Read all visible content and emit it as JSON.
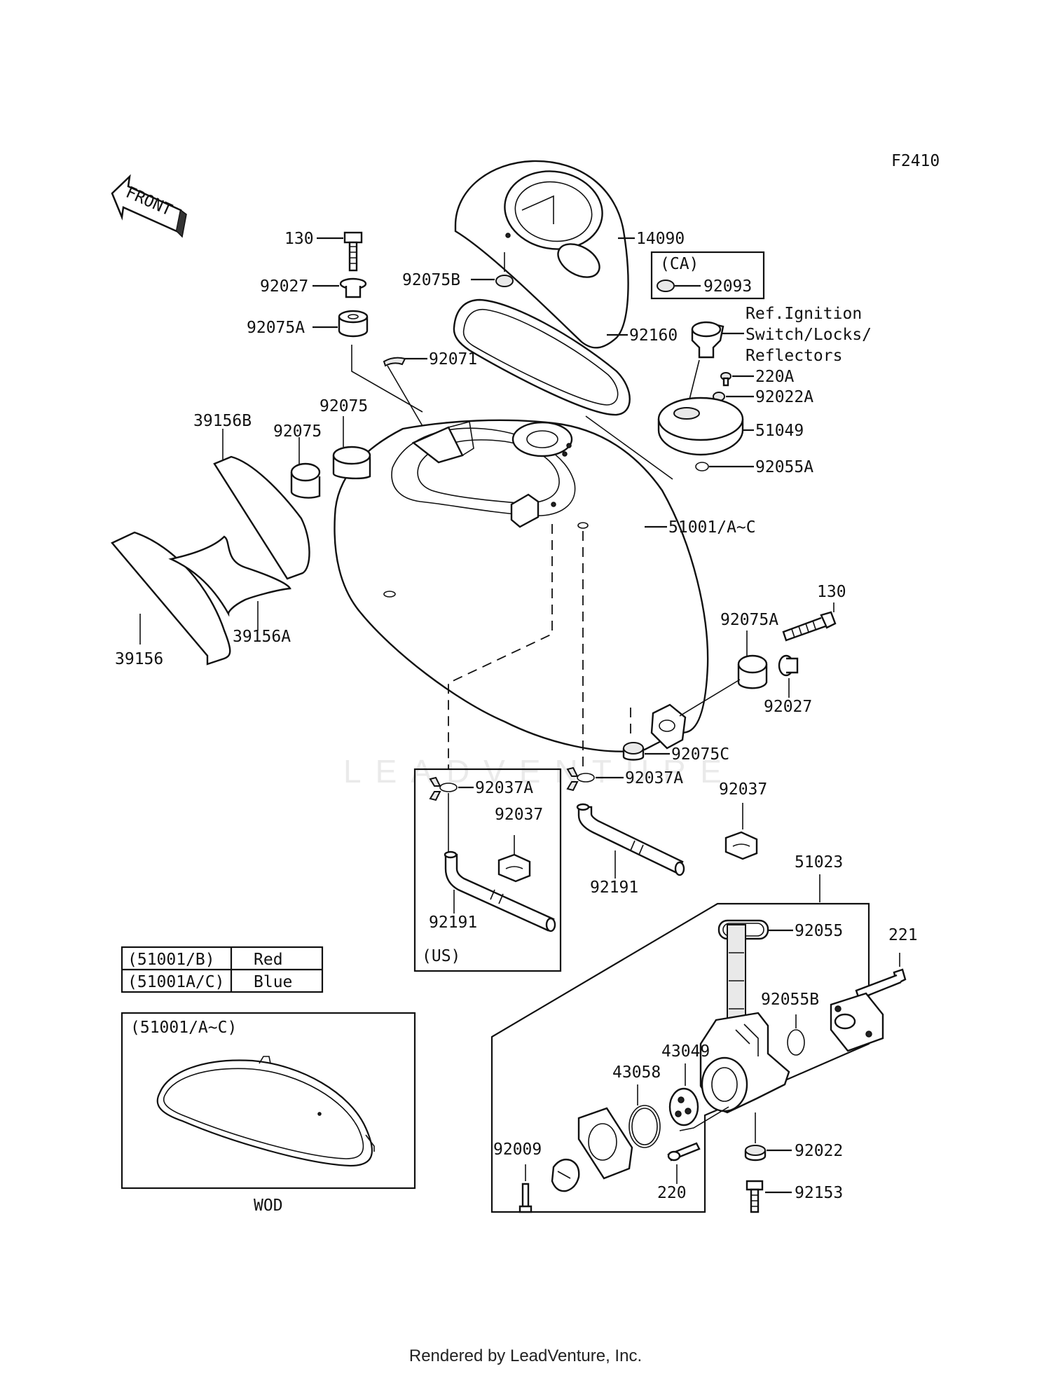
{
  "diagram_id": "F2410",
  "front_label": "FRONT",
  "watermark": "LEADVENTURE",
  "footer": "Rendered by LeadVenture, Inc.",
  "callouts": {
    "c130a": "130",
    "c92027a": "92027",
    "c92075Aa": "92075A",
    "c92075B": "92075B",
    "c14090": "14090",
    "c92093": "92093",
    "caLabel": "(CA)",
    "c92160": "92160",
    "c92071": "92071",
    "refLine1": "Ref.Ignition",
    "refLine2": "Switch/Locks/",
    "refLine3": "Reflectors",
    "c220A": "220A",
    "c92022A": "92022A",
    "c51049": "51049",
    "c92055A": "92055A",
    "c39156B": "39156B",
    "c92075top": "92075",
    "c92075left": "92075",
    "c51001": "51001/A~C",
    "c39156": "39156",
    "c39156A": "39156A",
    "c130b": "130",
    "c92075Ab": "92075A",
    "c92027b": "92027",
    "c92075C": "92075C",
    "c92037Aa": "92037A",
    "c92037Ab": "92037A",
    "c92037a": "92037",
    "c92037b": "92037",
    "c92191a": "92191",
    "c92191b": "92191",
    "usLabel": "(US)",
    "c51023": "51023",
    "c92055": "92055",
    "c221": "221",
    "c92055B": "92055B",
    "c43049": "43049",
    "c43058": "43058",
    "c92009": "92009",
    "c220": "220",
    "c92022": "92022",
    "c92153": "92153"
  },
  "color_table": {
    "rows": [
      {
        "code": "(51001/B)",
        "color": "Red"
      },
      {
        "code": "(51001A/C)",
        "color": "Blue"
      }
    ]
  },
  "inset": {
    "label": "(51001/A~C)",
    "caption": "WOD"
  }
}
